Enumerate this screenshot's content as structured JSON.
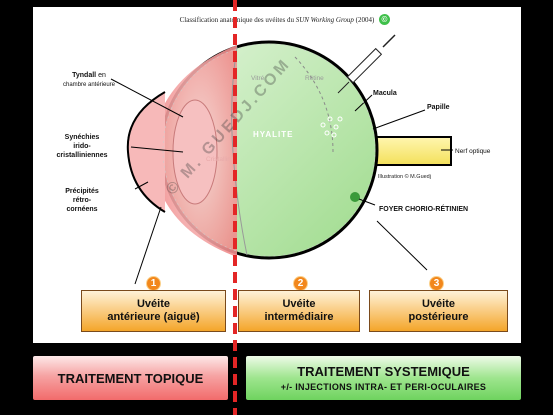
{
  "caption": {
    "prefix": "Classification anatomique des uvéites du",
    "group": "SUN Working Group",
    "year": "(2004)"
  },
  "badge": "©",
  "labels": {
    "tyndall_bold": "Tyndall",
    "tyndall_rest": "en",
    "tyndall_line2": "chambre antérieure",
    "synechies_1": "Synéchies",
    "synechies_2": "irido-",
    "synechies_3": "cristalliniennes",
    "precipites_1": "Précipités",
    "precipites_2": "rétro-",
    "precipites_3": "cornéens",
    "macula": "Macula",
    "papille": "Papille",
    "nerf": "Nerf optique",
    "foyer": "FOYER CHORIO-RÉTINIEN",
    "vitre": "Vitré",
    "retine": "Rétine",
    "hyalite": "HYALITE",
    "cristallin": "Cristallin",
    "illustration": "Illustration © M.Guedj"
  },
  "watermark": "© M. GUEDJ.COM",
  "numbers": [
    "1",
    "2",
    "3"
  ],
  "uveites": [
    {
      "line1": "Uvéite",
      "line2": "antérieure (aiguë)"
    },
    {
      "line1": "Uvéite",
      "line2": "intermédiaire"
    },
    {
      "line1": "Uvéite",
      "line2": "postérieure"
    }
  ],
  "treatments": {
    "topique": "TRAITEMENT TOPIQUE",
    "systemique": "TRAITEMENT SYSTEMIQUE",
    "injections": "+/- INJECTIONS INTRA- ET PERI-OCULAIRES"
  },
  "colors": {
    "anterior": "#f5a5a5",
    "posterior": "#bfe9b4",
    "accent": "#f2871c",
    "divider": "#e32626"
  }
}
